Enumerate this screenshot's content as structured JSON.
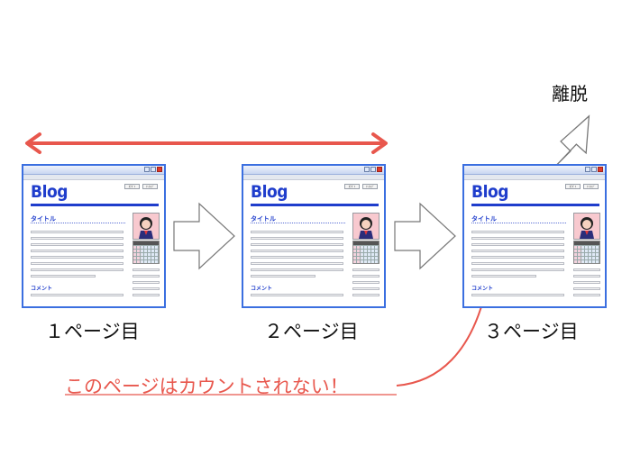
{
  "pages": [
    {
      "label": "１ページ目",
      "window": {
        "logo": "Blog",
        "nav": [
          "ｶﾃｺﾞﾘ",
          "ｱｰｶｲﾌﾞ"
        ],
        "post_title": "タイトル",
        "comment": "コメント"
      }
    },
    {
      "label": "２ページ目",
      "window": {
        "logo": "Blog",
        "nav": [
          "ｶﾃｺﾞﾘ",
          "ｱｰｶｲﾌﾞ"
        ],
        "post_title": "タイトル",
        "comment": "コメント"
      }
    },
    {
      "label": "３ページ目",
      "window": {
        "logo": "Blog",
        "nav": [
          "ｶﾃｺﾞﾘ",
          "ｱｰｶｲﾌﾞ"
        ],
        "post_title": "タイトル",
        "comment": "コメント"
      }
    }
  ],
  "exit_label": "離脱",
  "note": "このページはカウントされない！",
  "colors": {
    "accent_red": "#e8574d",
    "blog_blue": "#1f3dcc",
    "window_border": "#3b6fe0"
  }
}
